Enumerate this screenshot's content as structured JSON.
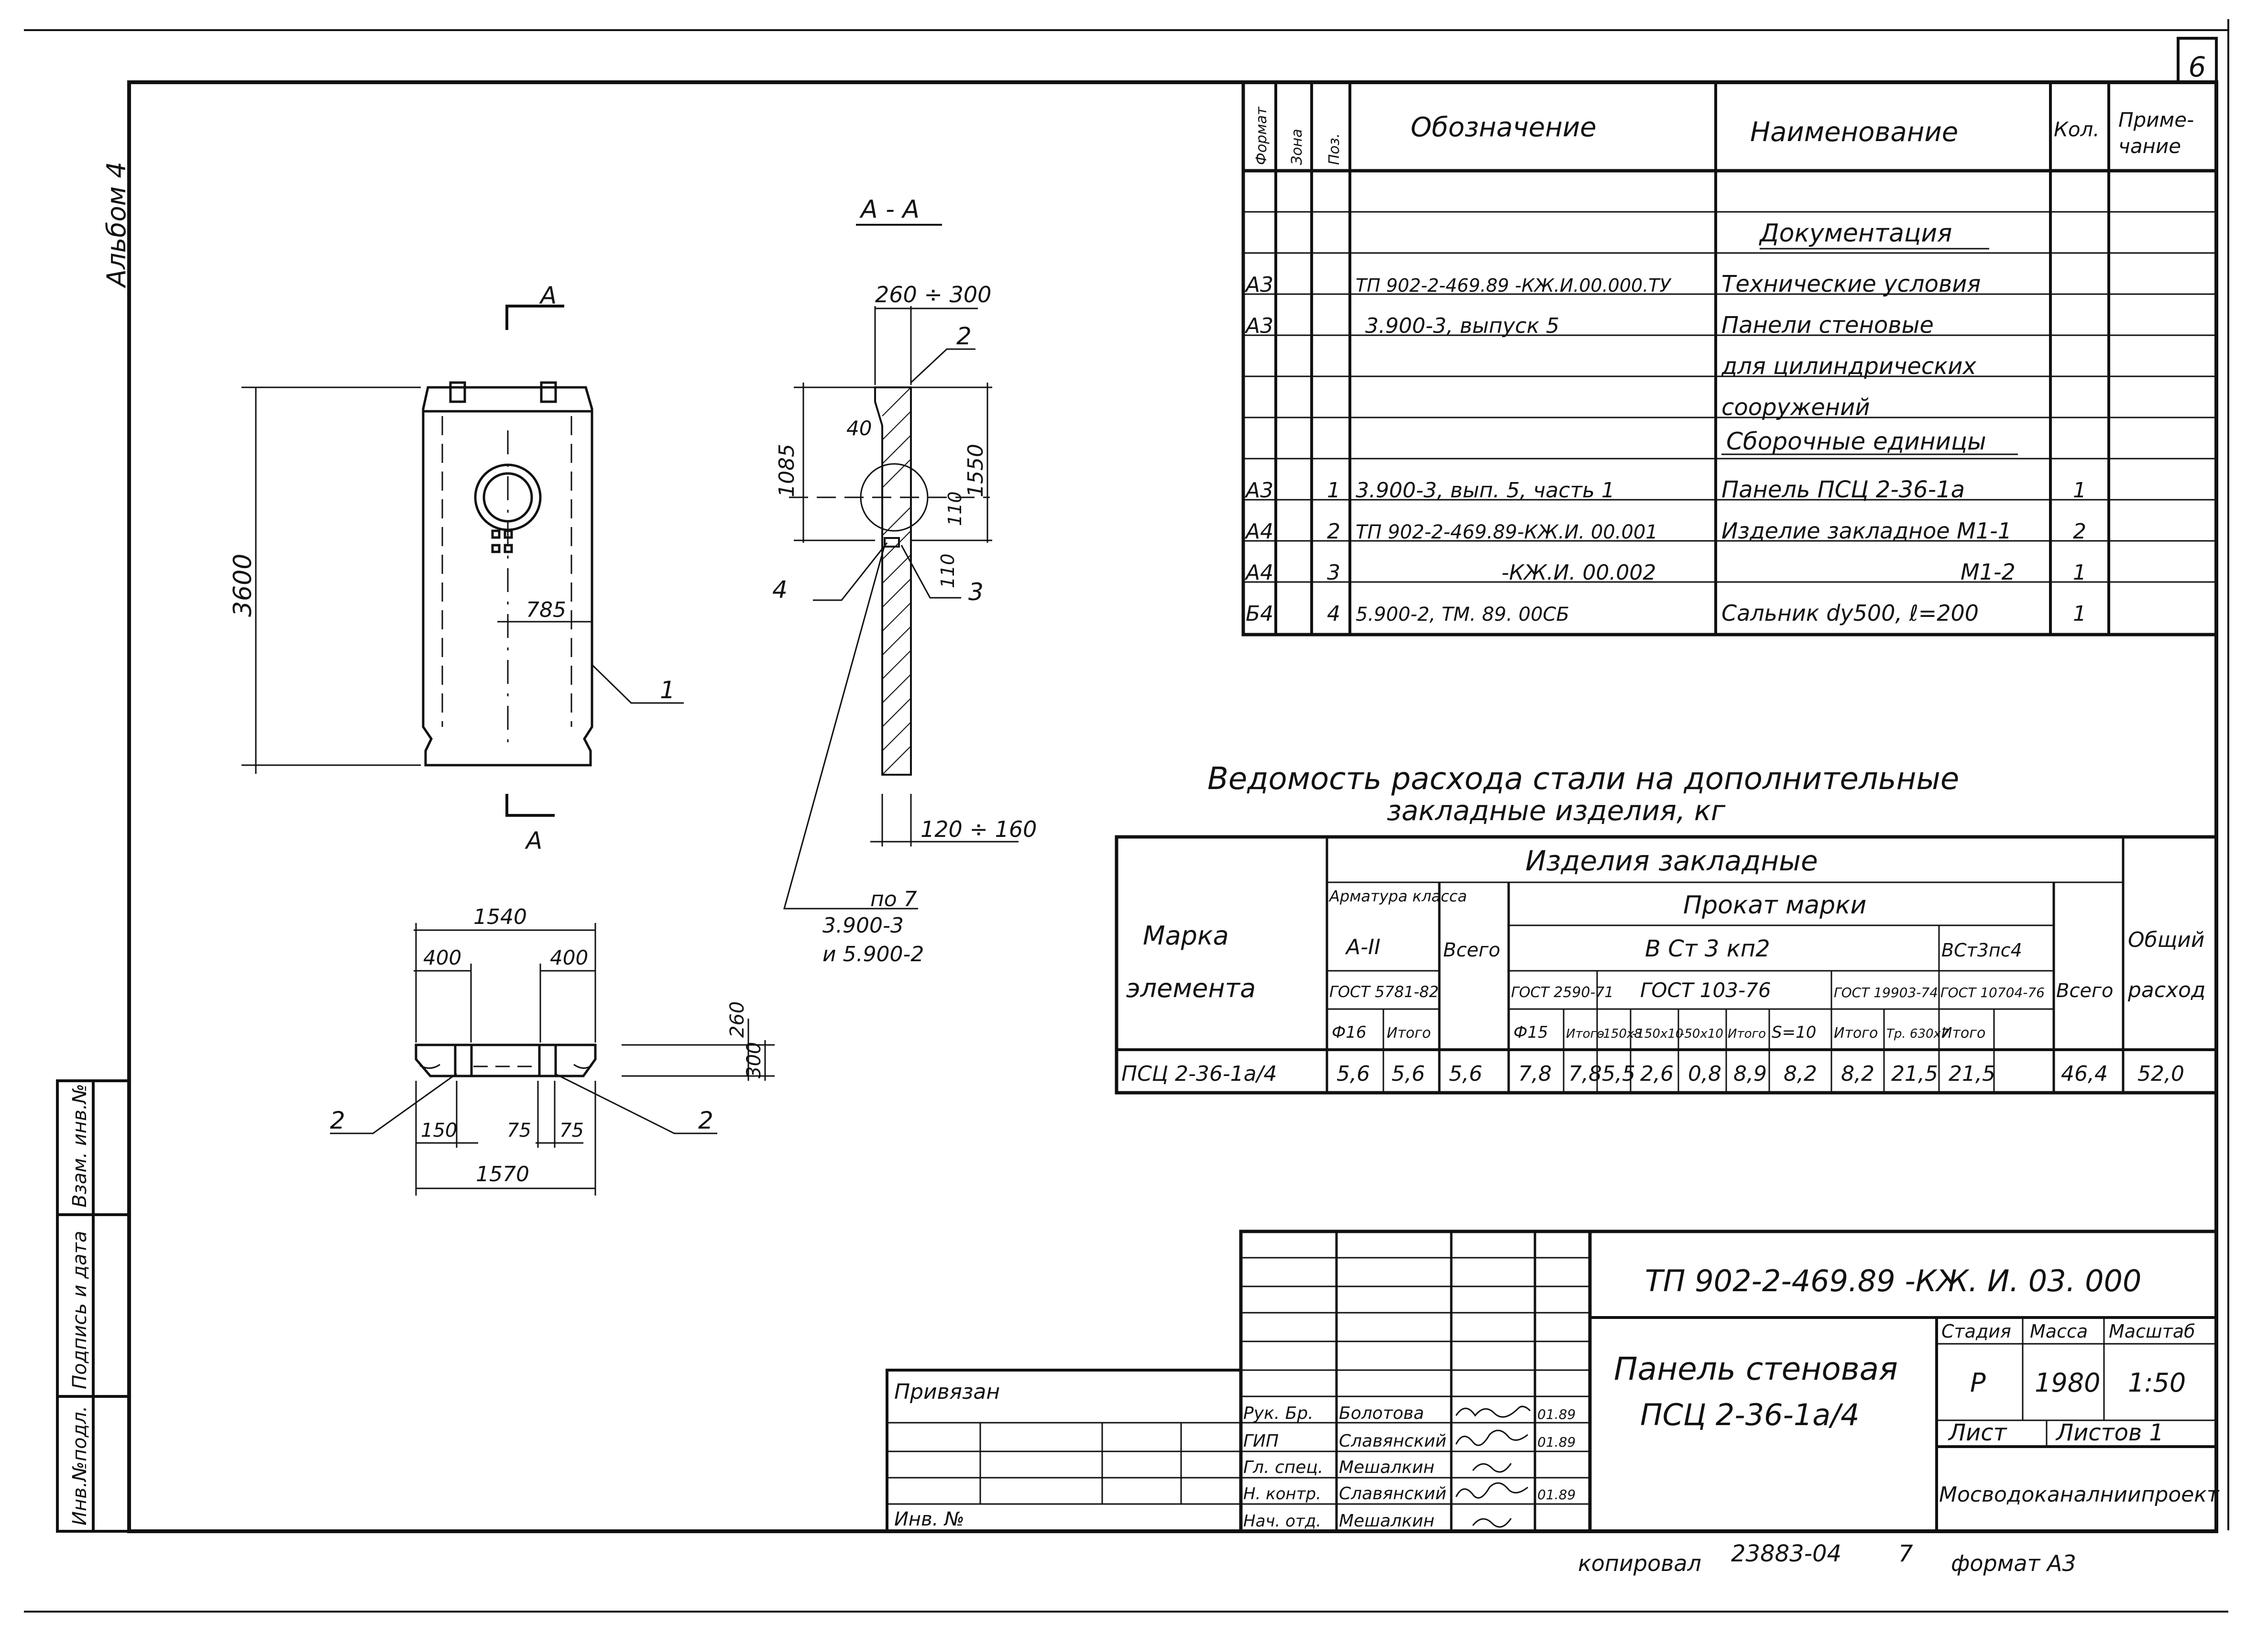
{
  "sheet": {
    "page_number": "6",
    "album": "Альбом 4"
  },
  "side_stamp": {
    "inv_original": "Инв.№подл.",
    "signature_date": "Подпись и дата",
    "replace_inv": "Взам. инв.№"
  },
  "drawing": {
    "section_title": "А - А",
    "cut_label_top": "А",
    "cut_label_bottom": "А",
    "dims": {
      "height_main": "3600",
      "offset_785": "785",
      "section_width_top": "260 ÷ 300",
      "section_width_bottom": "120 ÷ 160",
      "section_1085": "1085",
      "section_1550": "1550",
      "section_40": "40",
      "section_110a": "110",
      "section_110b": "110",
      "plan_1540": "1540",
      "plan_400a": "400",
      "plan_400b": "400",
      "plan_260": "260",
      "plan_300": "300",
      "plan_150": "150",
      "plan_75a": "75",
      "plan_75b": "75",
      "plan_1570": "1570"
    },
    "callouts": {
      "c1": "1",
      "c2a": "2",
      "c2b": "2",
      "c2c": "2",
      "c3": "3",
      "c4": "4"
    },
    "note_line1": "по 7",
    "note_line2": "3.900-3",
    "note_line3": "и 5.900-2"
  },
  "spec": {
    "headers": [
      "Формат",
      "Зона",
      "Поз.",
      "Обозначение",
      "Наименование",
      "Кол.",
      "Приме-",
      "чание"
    ],
    "rows": [
      {
        "fmt": "",
        "zone": "",
        "pos": "",
        "des": "",
        "name": "Документация",
        "qty": "",
        "note": ""
      },
      {
        "fmt": "А3",
        "zone": "",
        "pos": "",
        "des": "ТП 902-2-469.89 -КЖ.И.00.000.ТУ",
        "name": "Технические условия",
        "qty": "",
        "note": ""
      },
      {
        "fmt": "А3",
        "zone": "",
        "pos": "",
        "des": "3.900-3,      выпуск 5",
        "name": "Панели стеновые",
        "qty": "",
        "note": ""
      },
      {
        "fmt": "",
        "zone": "",
        "pos": "",
        "des": "",
        "name": "для цилиндрических",
        "qty": "",
        "note": ""
      },
      {
        "fmt": "",
        "zone": "",
        "pos": "",
        "des": "",
        "name": "сооружений",
        "qty": "",
        "note": ""
      },
      {
        "fmt": "",
        "zone": "",
        "pos": "",
        "des": "",
        "name": "Сборочные единицы",
        "qty": "",
        "note": ""
      },
      {
        "fmt": "А3",
        "zone": "",
        "pos": "1",
        "des": "3.900-3,    вып. 5, часть 1",
        "name": "Панель ПСЦ 2-36-1а",
        "qty": "1",
        "note": ""
      },
      {
        "fmt": "А4",
        "zone": "",
        "pos": "2",
        "des": "ТП 902-2-469.89-КЖ.И. 00.001",
        "name": "Изделие закладное М1-1",
        "qty": "2",
        "note": ""
      },
      {
        "fmt": "А4",
        "zone": "",
        "pos": "3",
        "des": "-КЖ.И. 00.002",
        "name": "М1-2",
        "qty": "1",
        "note": ""
      },
      {
        "fmt": "Б4",
        "zone": "",
        "pos": "4",
        "des": "5.900-2,            ТМ. 89. 00СБ",
        "name": "Сальник dу500,    ℓ=200",
        "qty": "1",
        "note": ""
      }
    ]
  },
  "steel": {
    "title_line1": "Ведомость расхода стали на дополнительные",
    "title_line2": "закладные изделия, кг",
    "h_element1": "Марка",
    "h_element2": "элемента",
    "h_items": "Изделия закладные",
    "h_rebar": "Арматура класса",
    "h_rebar_class": "А-II",
    "h_rebar_gost": "ГОСТ 5781-82",
    "h_total": "Всего",
    "h_rolled": "Прокат марки",
    "h_grade1": "В Ст 3 кп2",
    "h_grade2": "ВСт3пс4",
    "h_gost_a": "ГОСТ 2590-71",
    "h_gost_b": "ГОСТ 103-76",
    "h_gost_c": "ГОСТ 19903-74",
    "h_gost_d": "ГОСТ 10704-76",
    "h_total2": "Всего",
    "h_overall1": "Общий",
    "h_overall2": "расход",
    "sub": [
      "Ф16",
      "Итого",
      "Ф15",
      "Итого",
      "-150х8",
      "-150х10",
      "-50х10",
      "Итого",
      "S=10",
      "Итого",
      "Тр. 630х7",
      "Итого"
    ],
    "row": [
      "ПСЦ 2-36-1а/4",
      "5,6",
      "5,6",
      "5,6",
      "7,8",
      "7,8",
      "5,5",
      "2,6",
      "0,8",
      "8,9",
      "8,2",
      "8,2",
      "21,5",
      "21,5",
      "46,4",
      "52,0"
    ]
  },
  "titleblock": {
    "code": "ТП 902-2-469.89     -КЖ. И. 03. 000",
    "name1": "Панель стеновая",
    "name2": "ПСЦ 2-36-1а/4",
    "h_stage": "Стадия",
    "h_mass": "Масса",
    "h_scale": "Масштаб",
    "stage": "Р",
    "mass": "1980",
    "scale": "1:50",
    "sheet": "Лист",
    "sheets": "Листов 1",
    "org": "Мосводоканалниипроект",
    "linked": "Привязан",
    "inv": "Инв. №",
    "staff": [
      {
        "role": "Рук. Бр.",
        "name": "Болотова",
        "date": "01.89"
      },
      {
        "role": "ГИП",
        "name": "Славянский",
        "date": "01.89"
      },
      {
        "role": "Гл. спец.",
        "name": "Мешалкин",
        "date": ""
      },
      {
        "role": "Н. контр.",
        "name": "Славянский",
        "date": "01.89"
      },
      {
        "role": "Нач. отд.",
        "name": "Мешалкин",
        "date": ""
      }
    ]
  },
  "footer": {
    "copied": "копировал",
    "number": "23883-04",
    "page": "7",
    "format": "формат А3"
  }
}
